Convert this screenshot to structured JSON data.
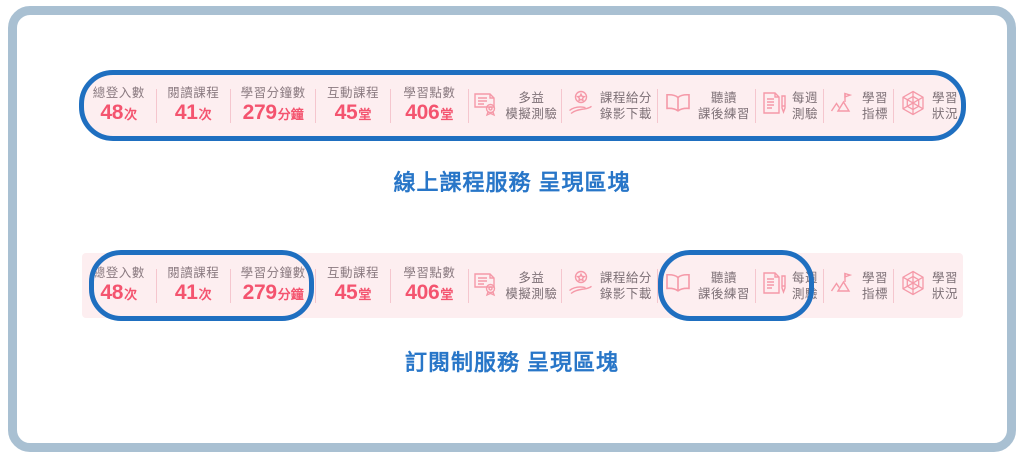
{
  "frame": {
    "border_color": "#a9c0d2",
    "background": "#ffffff"
  },
  "colors": {
    "bar_background": "#fdeef0",
    "highlight_outline": "#1f6fc0",
    "value_pink": "#f4546f",
    "label_gray": "#8a7a80",
    "caption_blue": "#2876c8",
    "separator": "#f5c6ce"
  },
  "sections": [
    {
      "id": "online-course-service",
      "caption": "線上課程服務 呈現區塊",
      "highlight": "all",
      "metrics": [
        {
          "label": "總登入數",
          "value": "48",
          "unit": "次"
        },
        {
          "label": "閱讀課程",
          "value": "41",
          "unit": "次"
        },
        {
          "label": "學習分鐘數",
          "value": "279",
          "unit": "分鐘"
        },
        {
          "label": "互動課程",
          "value": "45",
          "unit": "堂"
        },
        {
          "label": "學習點數",
          "value": "406",
          "unit": "堂"
        }
      ],
      "features": [
        {
          "icon": "certificate-seal-icon",
          "line1": "多益",
          "line2": "模擬測驗"
        },
        {
          "icon": "hand-star-icon",
          "line1": "課程給分",
          "line2": "錄影下載"
        },
        {
          "icon": "open-book-icon",
          "line1": "聽讀",
          "line2": "課後練習"
        },
        {
          "icon": "document-pen-icon",
          "line1": "每週",
          "line2": "測驗"
        },
        {
          "icon": "mountain-flag-icon",
          "line1": "學習",
          "line2": "指標"
        },
        {
          "icon": "radar-chart-icon",
          "line1": "學習",
          "line2": "狀況"
        }
      ]
    },
    {
      "id": "subscription-service",
      "caption": "訂閱制服務 呈現區塊",
      "highlight": "partial",
      "metrics": [
        {
          "label": "總登入數",
          "value": "48",
          "unit": "次"
        },
        {
          "label": "閱讀課程",
          "value": "41",
          "unit": "次"
        },
        {
          "label": "學習分鐘數",
          "value": "279",
          "unit": "分鐘"
        },
        {
          "label": "互動課程",
          "value": "45",
          "unit": "堂"
        },
        {
          "label": "學習點數",
          "value": "406",
          "unit": "堂"
        }
      ],
      "features": [
        {
          "icon": "certificate-seal-icon",
          "line1": "多益",
          "line2": "模擬測驗"
        },
        {
          "icon": "hand-star-icon",
          "line1": "課程給分",
          "line2": "錄影下載"
        },
        {
          "icon": "open-book-icon",
          "line1": "聽讀",
          "line2": "課後練習"
        },
        {
          "icon": "document-pen-icon",
          "line1": "每週",
          "line2": "測驗"
        },
        {
          "icon": "mountain-flag-icon",
          "line1": "學習",
          "line2": "指標"
        },
        {
          "icon": "radar-chart-icon",
          "line1": "學習",
          "line2": "狀況"
        }
      ]
    }
  ]
}
